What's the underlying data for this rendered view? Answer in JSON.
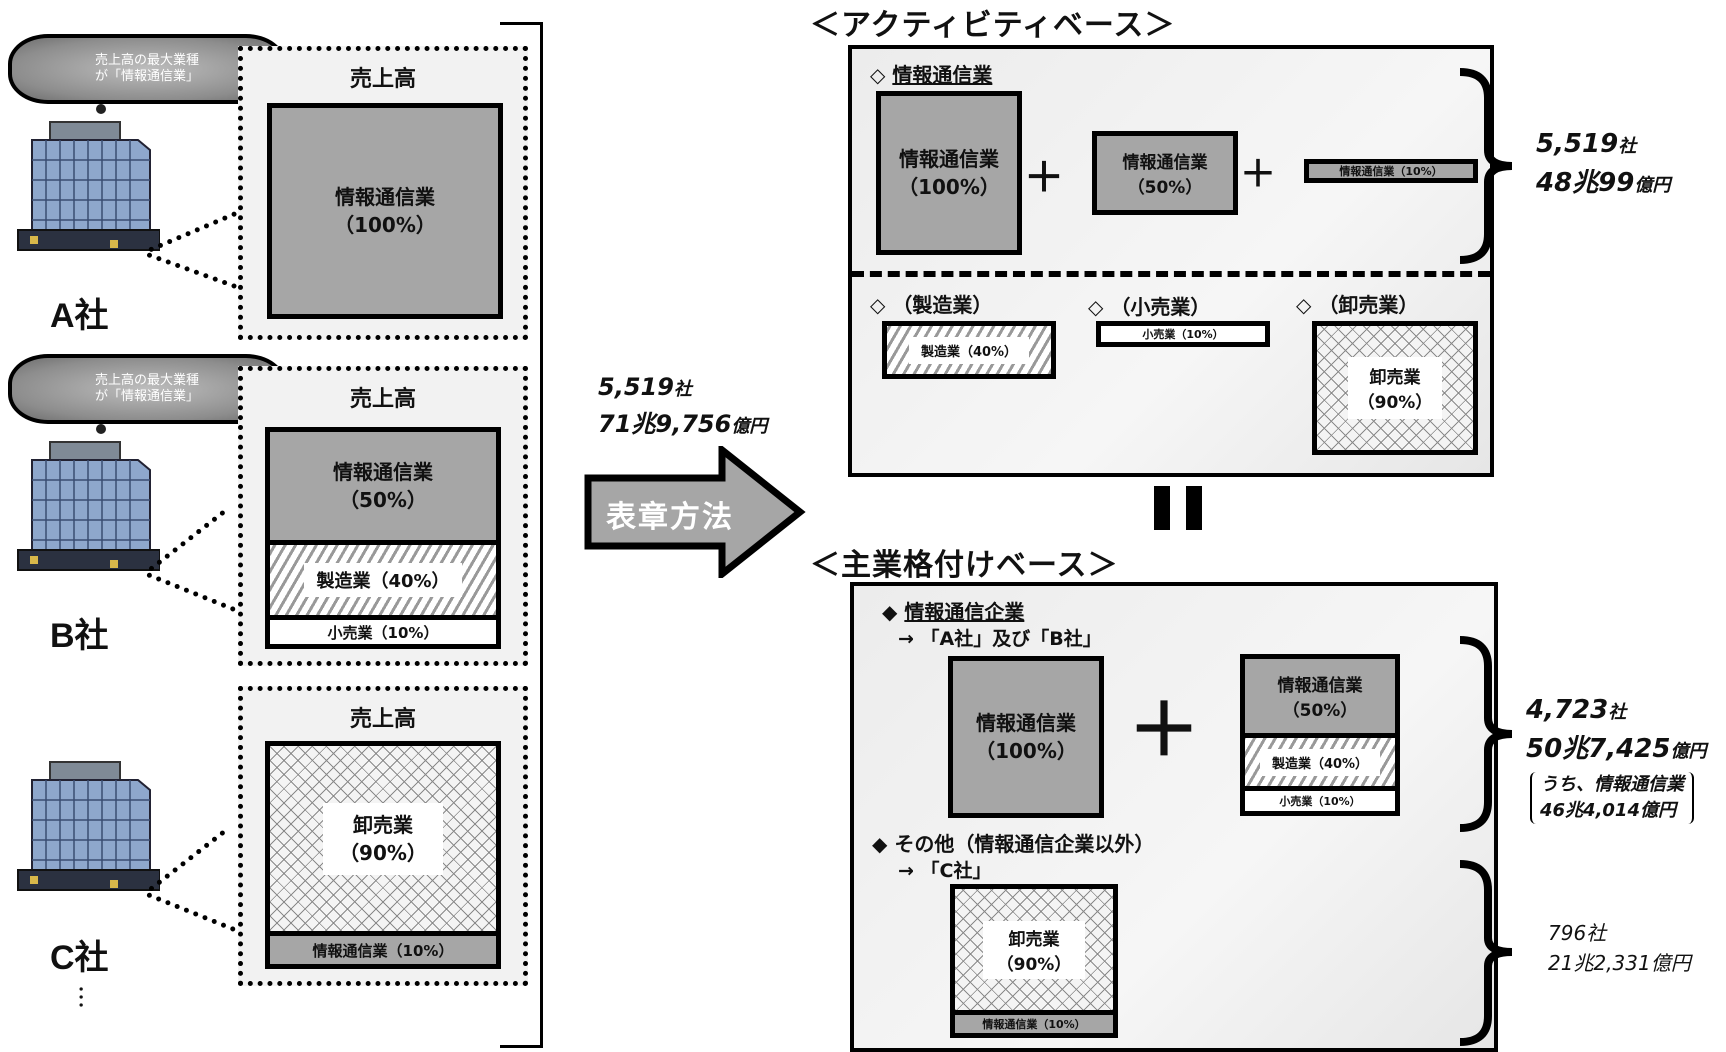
{
  "left": {
    "cloud_text": [
      "売上高の最大業種",
      "が「情報通信業」"
    ],
    "companies": [
      {
        "name": "A社",
        "has_cloud": true,
        "box_title": "売上高",
        "segments": [
          {
            "label": "情報通信業",
            "pct": "（100%）",
            "share": 100,
            "pattern": "gray"
          }
        ]
      },
      {
        "name": "B社",
        "has_cloud": true,
        "box_title": "売上高",
        "segments": [
          {
            "label": "情報通信業",
            "pct": "（50%）",
            "share": 50,
            "pattern": "gray"
          },
          {
            "label": "製造業（40%）",
            "share": 40,
            "pattern": "hatch"
          },
          {
            "label": "小売業（10%）",
            "share": 10,
            "pattern": "white"
          }
        ]
      },
      {
        "name": "C社",
        "has_cloud": false,
        "box_title": "売上高",
        "segments": [
          {
            "label": "卸売業",
            "pct": "（90%）",
            "share": 90,
            "pattern": "cross"
          },
          {
            "label": "情報通信業（10%）",
            "share": 10,
            "pattern": "gray"
          }
        ]
      }
    ],
    "ellipsis": "･･･"
  },
  "middle": {
    "total_companies": "5,519",
    "company_unit": "社",
    "total_sales": "71兆9,756",
    "sales_unit": "億円",
    "arrow_label": "表章方法"
  },
  "activity": {
    "title": "＜アクティビティベース＞",
    "info_header": "情報通信業",
    "info_blocks": [
      "情報通信業",
      "（100%）",
      "情報通信業",
      "（50%）",
      "情報通信業（10%）"
    ],
    "plus": "＋",
    "other_headers": [
      "（製造業）",
      "（小売業）",
      "（卸売業）"
    ],
    "manufacturing_block": "製造業（40%）",
    "retail_block": "小売業（10%）",
    "wholesale_block": [
      "卸売業",
      "（90%）"
    ],
    "result_companies": "5,519",
    "result_sales": "48兆99",
    "company_unit": "社",
    "sales_unit": "億円"
  },
  "equals": "＝",
  "main_business": {
    "title": "＜主業格付けベース＞",
    "info_header": "情報通信企業",
    "info_sub": "→ 「A社」及び「B社」",
    "info_block_a": [
      "情報通信業",
      "（100%）"
    ],
    "info_block_b": [
      {
        "label": "情報通信業",
        "pct": "（50%）"
      },
      {
        "label": "製造業（40%）"
      },
      {
        "label": "小売業（10%）"
      }
    ],
    "plus": "＋",
    "other_header": "その他（情報通信企業以外）",
    "other_sub": "→ 「C社」",
    "other_block": [
      {
        "label": "卸売業",
        "pct": "（90%）"
      },
      {
        "label": "情報通信業（10%）"
      }
    ],
    "info_result_companies": "4,723",
    "info_result_sales": "50兆7,425",
    "info_result_note_1": "うち、情報通信業",
    "info_result_note_2": "46兆4,014億円",
    "other_result_companies": "796",
    "other_result_sales": "21兆2,331",
    "company_unit": "社",
    "sales_unit": "億円"
  }
}
